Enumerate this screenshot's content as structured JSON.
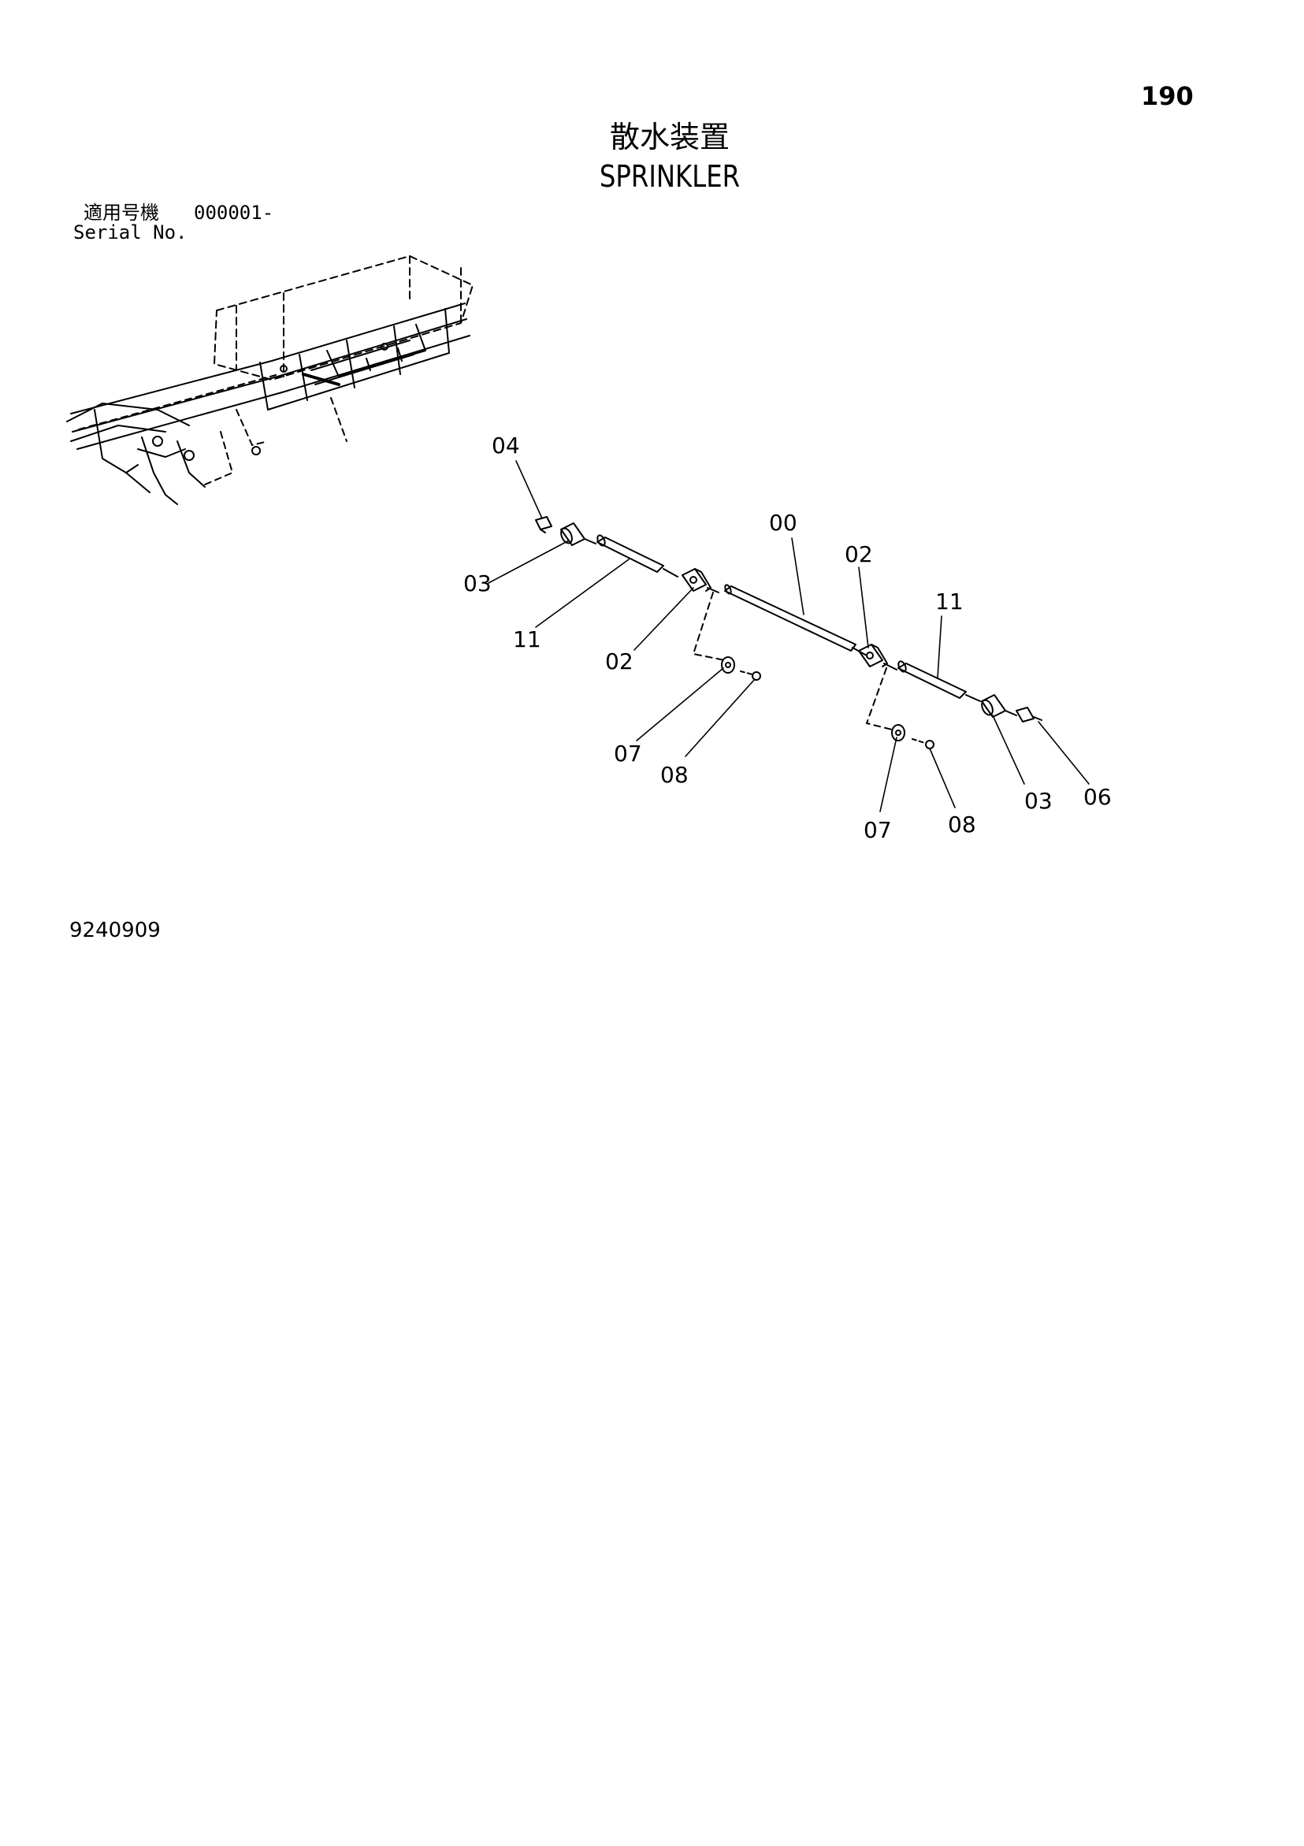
{
  "header": {
    "page_number": "190",
    "title_jp": "散水装置",
    "title_en": "SPRINKLER"
  },
  "serial": {
    "label_jp": "適用号機",
    "range": "000001-",
    "label_en": "Serial No."
  },
  "callouts": [
    {
      "id": "c04",
      "label": "04"
    },
    {
      "id": "c00",
      "label": "00"
    },
    {
      "id": "c02a",
      "label": "02"
    },
    {
      "id": "c11a",
      "label": "11"
    },
    {
      "id": "c03a",
      "label": "03"
    },
    {
      "id": "c11b",
      "label": "11"
    },
    {
      "id": "c02b",
      "label": "02"
    },
    {
      "id": "c07a",
      "label": "07"
    },
    {
      "id": "c08a",
      "label": "08"
    },
    {
      "id": "c03b",
      "label": "03"
    },
    {
      "id": "c06",
      "label": "06"
    },
    {
      "id": "c07b",
      "label": "07"
    },
    {
      "id": "c08b",
      "label": "08"
    }
  ],
  "footer": {
    "drawing_number": "9240909"
  }
}
